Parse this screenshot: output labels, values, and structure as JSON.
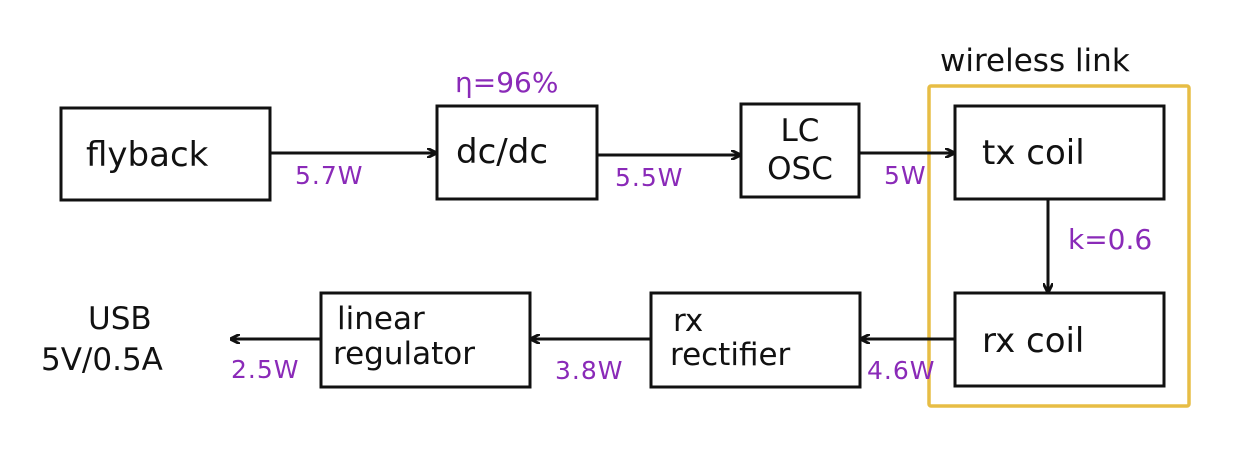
{
  "diagram": {
    "wireless_group_label": "wireless link",
    "blocks": {
      "flyback": {
        "label": "flyback"
      },
      "dcdc": {
        "label": "dc/dc"
      },
      "lc_osc": {
        "line1": "LC",
        "line2": "OSC"
      },
      "tx_coil": {
        "label": "tx coil"
      },
      "rx_coil": {
        "label": "rx coil"
      },
      "rx_rectifier": {
        "line1": "rx",
        "line2": "rectifier"
      },
      "linear_regulator": {
        "line1": "linear",
        "line2": "regulator"
      }
    },
    "power_labels": {
      "flyback_to_dcdc": "5.7W",
      "dcdc_to_lc": "5.5W",
      "lc_to_tx": "5W",
      "rx_coil_to_rectifier": "4.6W",
      "rectifier_to_regulator": "3.8W",
      "regulator_to_usb": "2.5W"
    },
    "annotations": {
      "efficiency": "η=96%",
      "coupling": "k=0.6"
    },
    "usb": {
      "line1": "USB",
      "line2": "5V/0.5A"
    },
    "colors": {
      "ink": "#111111",
      "annotation": "#8a2ab8",
      "wireless_box": "#e7bd45"
    }
  }
}
